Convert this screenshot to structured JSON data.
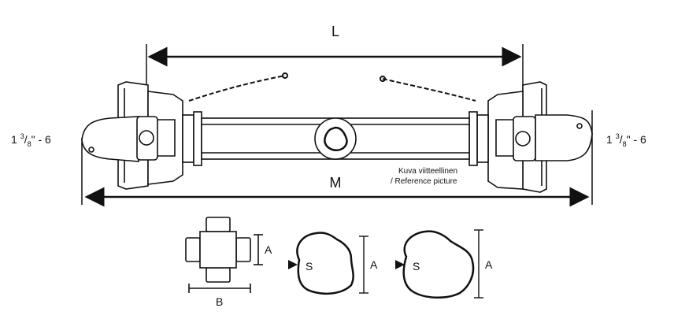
{
  "labels": {
    "overall_length": "L",
    "middle": "M",
    "left_spline_main": "1 ",
    "left_spline_sup": "3",
    "left_spline_tail": "/",
    "left_spline_sub": "8",
    "left_spline_end": "\" - 6",
    "right_spline_main": "1 ",
    "right_spline_sup": "3",
    "right_spline_tail": "/",
    "right_spline_sub": "8",
    "right_spline_end": "\" - 6",
    "reference_fi": "Kuva viitteellinen",
    "reference_en": "/ Reference picture",
    "cross_A": "A",
    "cross_B": "B",
    "profile1_S": "S",
    "profile1_A": "A",
    "profile2_S": "S",
    "profile2_A": "A"
  }
}
